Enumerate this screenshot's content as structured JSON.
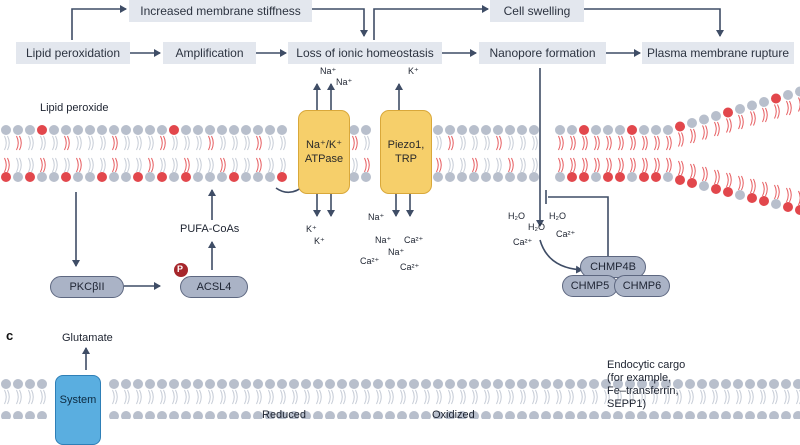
{
  "flow": {
    "lipid_peroxidation": "Lipid peroxidation",
    "amplification": "Amplification",
    "loss_homeostasis": "Loss of ionic homeostasis",
    "nanopore": "Nanopore formation",
    "rupture": "Plasma membrane rupture",
    "stiffness": "Increased membrane stiffness",
    "swelling": "Cell swelling"
  },
  "labels": {
    "lipid_peroxide": "Lipid peroxide",
    "pufa_coas": "PUFA-CoAs",
    "phospho": "P"
  },
  "pumps": {
    "nak_top": [
      "Na⁺",
      "Na⁺"
    ],
    "nak_name": "Na⁺/K⁺ ATPase",
    "nak_bottom": [
      "K⁺",
      "K⁺"
    ],
    "piezo_top": "K⁺",
    "piezo_name": "Piezo1, TRP",
    "piezo_bottom": [
      "Na⁺",
      "Na⁺",
      "Ca²⁺",
      "Na⁺",
      "Ca²⁺",
      "Ca²⁺"
    ],
    "pore_ions": [
      "H₂O",
      "H₂O",
      "H₂O",
      "Ca²⁺",
      "Ca²⁺"
    ]
  },
  "proteins": {
    "pkc": "PKCβII",
    "acsl4": "ACSL4",
    "chmp4b": "CHMP4B",
    "chmp5": "CHMP5",
    "chmp6": "CHMP6"
  },
  "panel_c": {
    "letter": "c",
    "glutamate": "Glutamate",
    "system": "System",
    "endocytic": [
      "Endocytic cargo",
      "(for example,",
      "Fe–transferrin,",
      "SEPP1)"
    ],
    "reduced": "Reduced",
    "oxidized": "Oxidized"
  },
  "colors": {
    "box": "#e3e7ee",
    "arrow": "#3f4d66",
    "head": "#b8bfcc",
    "peroxide": "#e2474c",
    "tail": "#e65b5f",
    "channel": "#f6cf6a",
    "protein": "#aab3c6"
  }
}
